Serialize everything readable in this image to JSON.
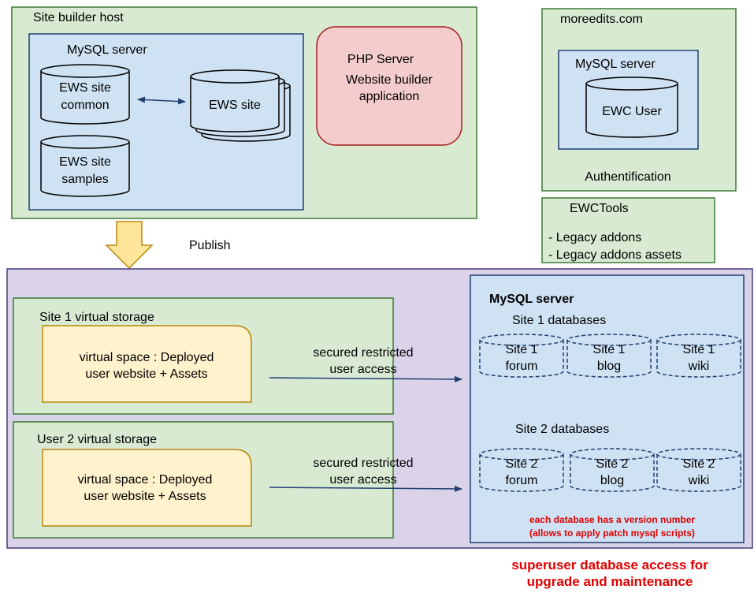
{
  "site_builder": {
    "title": "Site builder host",
    "mysql_title": "MySQL server",
    "db_common": [
      "EWS site",
      "common"
    ],
    "db_site": "EWS site",
    "db_samples": [
      "EWS site",
      "samples"
    ],
    "php_server": [
      "PHP Server",
      "Website builder",
      "application"
    ]
  },
  "publish_label": "Publish",
  "moreedits": {
    "title": "moreedits.com",
    "mysql_title": "MySQL server",
    "db_user": "EWC User",
    "footer": "Authentification"
  },
  "ewctools": {
    "title": "EWCTools",
    "items": [
      "- Legacy addons",
      "- Legacy addons assets"
    ]
  },
  "site1_storage": {
    "title": "Site 1 virtual storage",
    "space": [
      "virtual space : Deployed",
      "user website + Assets"
    ]
  },
  "user2_storage": {
    "title": "User 2 virtual storage",
    "space": [
      "virtual space : Deployed",
      "user website + Assets"
    ]
  },
  "access_label_1": [
    "secured restricted",
    "user access"
  ],
  "access_label_2": [
    "secured restricted",
    "user access"
  ],
  "mysql_right": {
    "title": "MySQL server",
    "site1_group": "Site 1 databases",
    "site1_dbs": [
      [
        "Site 1",
        "forum"
      ],
      [
        "Site 1",
        "blog"
      ],
      [
        "Site 1",
        "wiki"
      ]
    ],
    "site2_group": "Site 2 databases",
    "site2_dbs": [
      [
        "Site 2",
        "forum"
      ],
      [
        "Site 2",
        "blog"
      ],
      [
        "Site 2",
        "wiki"
      ]
    ],
    "version_note": [
      "each database has a version number",
      "(allows to apply patch mysql scripts)"
    ]
  },
  "superuser_note": [
    "superuser database access for",
    "upgrade and maintenance"
  ],
  "colors": {
    "green_fill": "#d9ead3",
    "green_stroke": "#3c7a33",
    "blue_fill": "#cfe2f3",
    "blue_stroke": "#1f3f6e",
    "pink_fill": "#f4cccc",
    "pink_stroke": "#a61c1c",
    "purple_fill": "#d9d2e9",
    "purple_stroke": "#4b3a7a",
    "yellow_fill": "#fff2cc",
    "yellow_stroke": "#b8860b",
    "arrow_fill": "#ffe599",
    "red_text": "#e00000"
  }
}
